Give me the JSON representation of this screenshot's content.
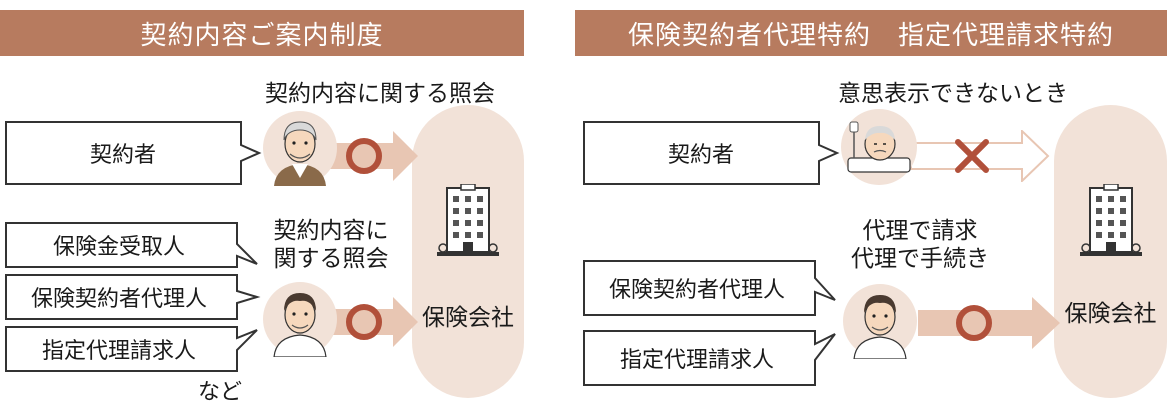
{
  "left_panel": {
    "title": "契約内容ご案内制度",
    "top_heading": "契約内容に関する照会",
    "top_party": "契約者",
    "middle_heading_line1": "契約内容に",
    "middle_heading_line2": "関する照会",
    "parties": [
      "保険金受取人",
      "保険契約者代理人",
      "指定代理請求人"
    ],
    "etc_label": "など",
    "company": "保険会社",
    "top_mark": "circle",
    "bottom_mark": "circle"
  },
  "right_panel": {
    "title": "保険契約者代理特約　指定代理請求特約",
    "top_heading": "意思表示できないとき",
    "top_party": "契約者",
    "middle_heading_line1": "代理で請求",
    "middle_heading_line2": "代理で手続き",
    "parties": [
      "保険契約者代理人",
      "指定代理請求人"
    ],
    "company": "保険会社",
    "top_mark": "cross",
    "bottom_mark": "circle"
  },
  "colors": {
    "title_bar": "#b77b5f",
    "pill_background": "#f2e2d8",
    "arrow_fill": "#e8c6b3",
    "mark_color": "#b1503a"
  },
  "icons": {
    "elderly_person": "elderly-man-icon",
    "adult_person": "adult-man-icon",
    "bedridden_person": "bedridden-patient-icon",
    "company_building": "office-building-icon"
  }
}
